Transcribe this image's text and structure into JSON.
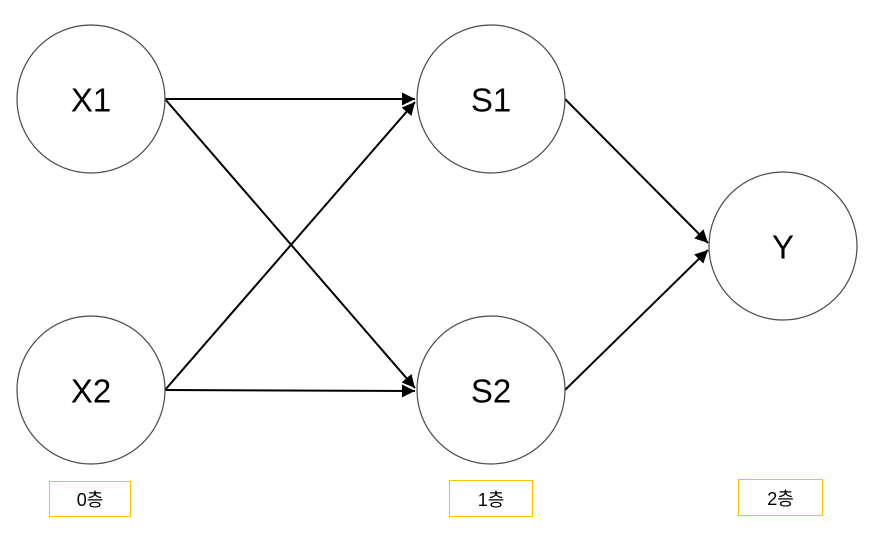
{
  "diagram": {
    "type": "neural-network-layer-diagram",
    "nodes": {
      "x1": {
        "label": "X1"
      },
      "x2": {
        "label": "X2"
      },
      "s1": {
        "label": "S1"
      },
      "s2": {
        "label": "S2"
      },
      "y": {
        "label": "Y"
      }
    },
    "edges": [
      {
        "from": "X1",
        "to": "S1"
      },
      {
        "from": "X1",
        "to": "S2"
      },
      {
        "from": "X2",
        "to": "S1"
      },
      {
        "from": "X2",
        "to": "S2"
      },
      {
        "from": "S1",
        "to": "Y"
      },
      {
        "from": "S2",
        "to": "Y"
      }
    ],
    "layers": [
      {
        "label": "0층",
        "nodes": [
          "X1",
          "X2"
        ]
      },
      {
        "label": "1층",
        "nodes": [
          "S1",
          "S2"
        ]
      },
      {
        "label": "2층",
        "nodes": [
          "Y"
        ]
      }
    ],
    "colors": {
      "node_stroke": "#4a4a4a",
      "edge": "#000000",
      "label_border": "#FFC000",
      "text": "#000000",
      "background": "#ffffff"
    }
  }
}
